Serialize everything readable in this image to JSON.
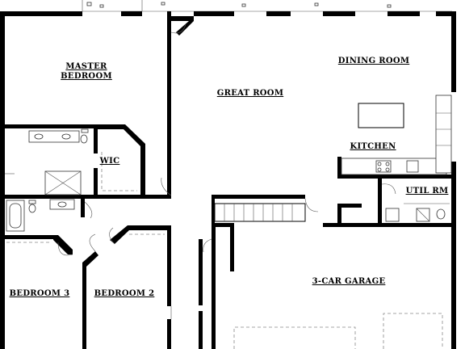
{
  "rooms": {
    "master_bedroom": [
      "MASTER",
      "BEDROOM"
    ],
    "great_room": "GREAT  ROOM",
    "dining_room": "DINING ROOM",
    "kitchen": "KITCHEN",
    "wic": "WIC",
    "util_rm": "UTIL RM",
    "garage": "3-CAR  GARAGE",
    "bedroom_3": "BEDROOM  3",
    "bedroom_2": "BEDROOM  2"
  },
  "colors": {
    "wall": "#000000",
    "background": "#ffffff",
    "detail": "#555555"
  }
}
